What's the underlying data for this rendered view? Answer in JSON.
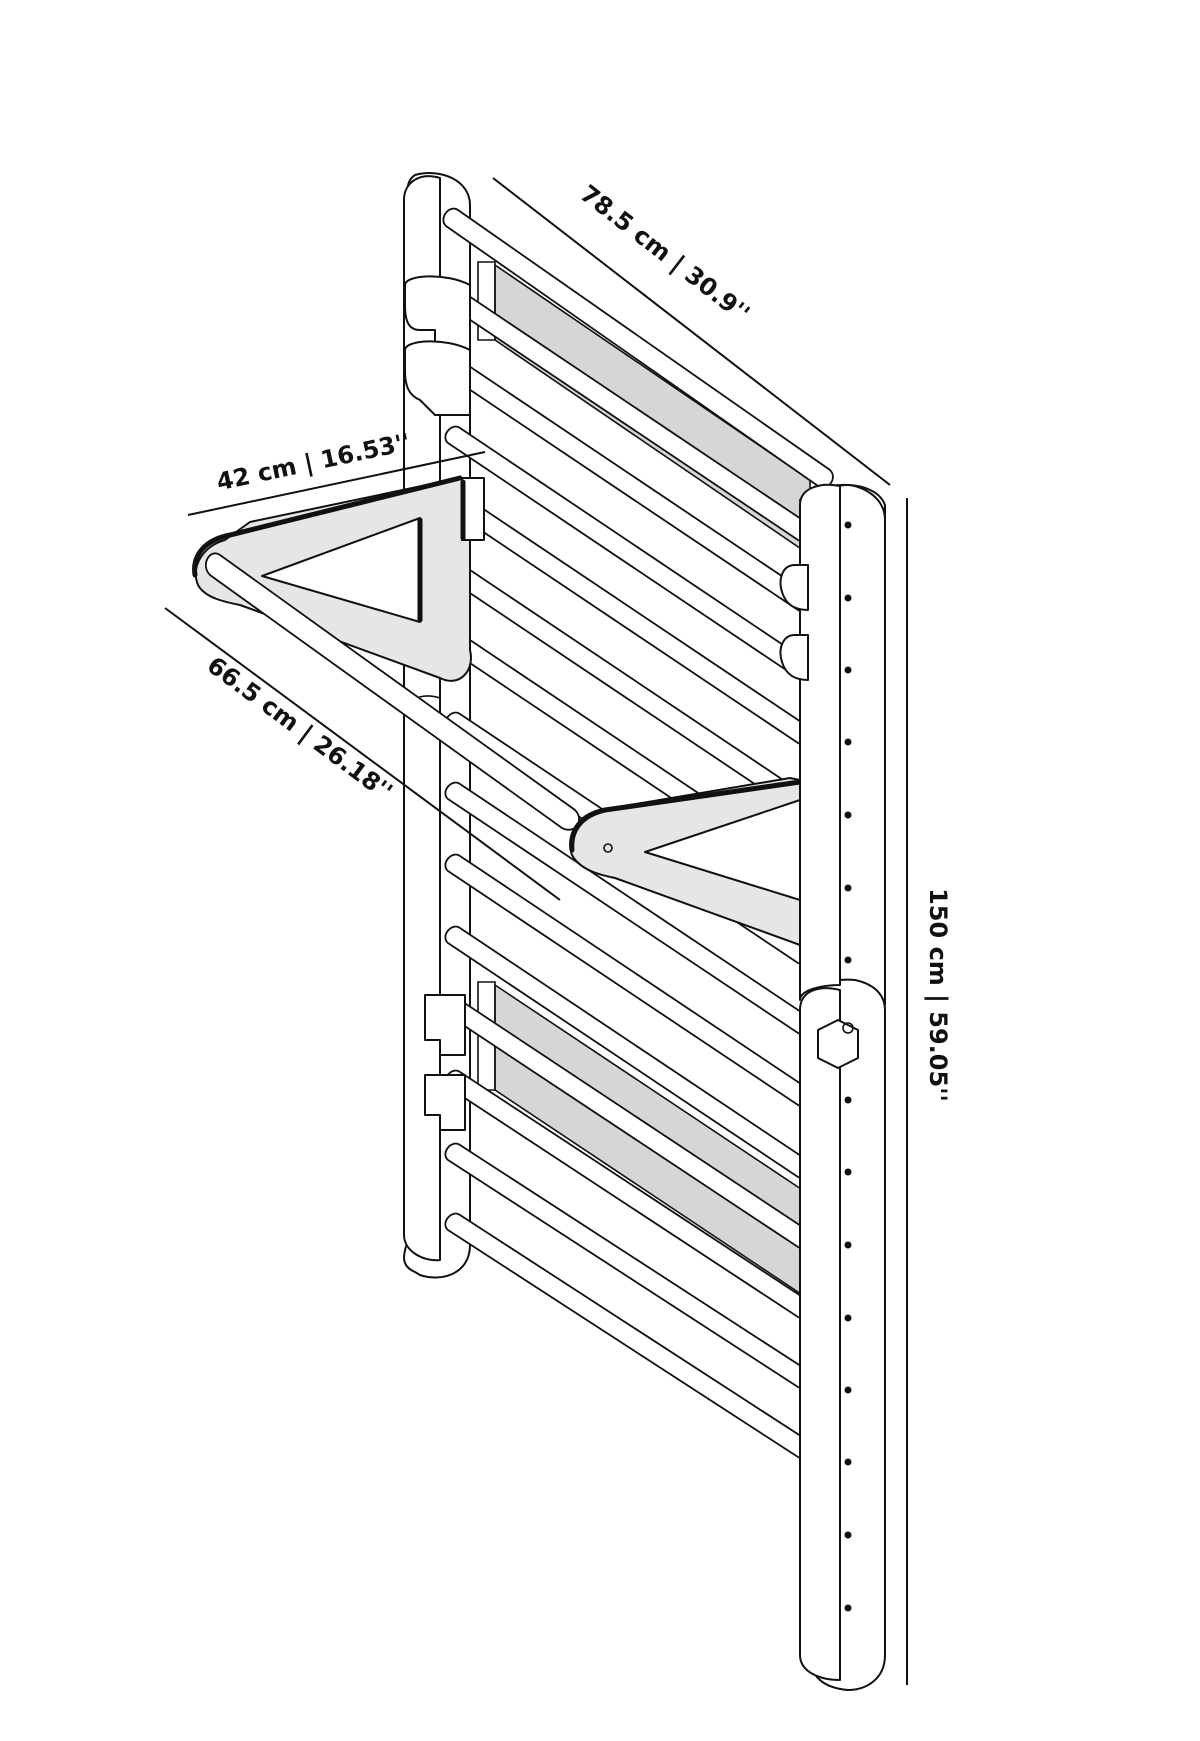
{
  "dimensions": {
    "length": "78.5 cm | 30.9''",
    "bar_width": "42 cm | 16.53''",
    "bar_depth": "66.5 cm | 26.18''",
    "height": "150 cm | 59.05''"
  },
  "colors": {
    "line": "#111111",
    "panel_fill": "#d6d6d6",
    "background": "#ffffff"
  }
}
